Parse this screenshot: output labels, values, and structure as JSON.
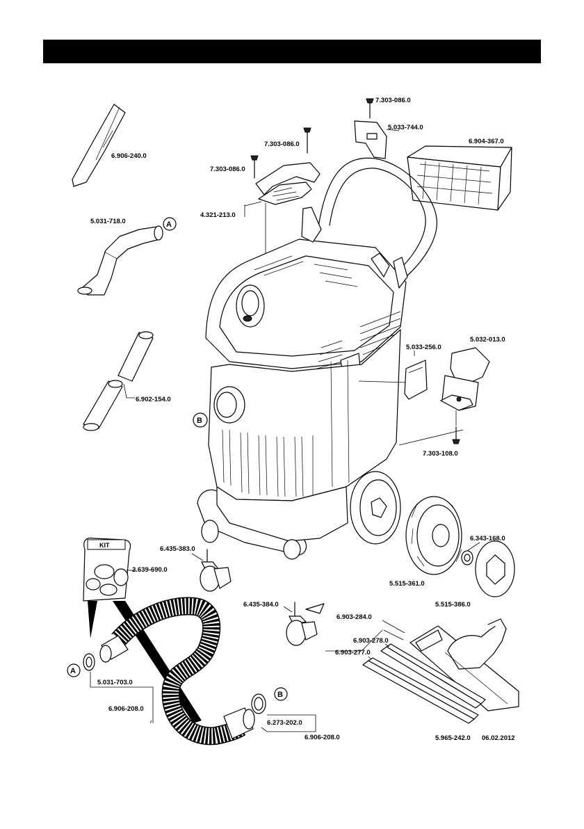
{
  "document": {
    "footer_code": "5.965-242.0",
    "footer_date": "06.02.2012"
  },
  "parts": {
    "crevice_nozzle": "6.906-240.0",
    "bend": "5.031-718.0",
    "extension_tubes": "6.902-154.0",
    "screw_top": "7.303-086.0",
    "holder_clip": "5.033-744.0",
    "flat_filter": "6.904-367.0",
    "screw_handle_right": "7.303-086.0",
    "screw_handle_left": "7.303-086.0",
    "handle": "4.321-213.0",
    "cover_plate": "5.033-256.0",
    "accessory_holder": "5.032-013.0",
    "screw_holder": "7.303-108.0",
    "wheel": "5.515-361.0",
    "lock_ring": "6.343-168.0",
    "hub_cap": "5.515-386.0",
    "castor_front": "6.435-383.0",
    "castor_rear": "6.435-384.0",
    "adapter_kit": "2.639-690.0",
    "floor_nozzle": "6.903-284.0",
    "strip_upper": "6.903-278.0",
    "strip_lower": "6.903-277.0",
    "adapter_a": "5.031-703.0",
    "hose": "6.906-208.0",
    "sleeve_b": "6.273-202.0",
    "hose_set": "6.906-208.0"
  },
  "labels": {
    "kit": "KIT",
    "ref_a_top": "A",
    "ref_a_bottom": "A",
    "ref_b_body": "B",
    "ref_b_bottom": "B"
  }
}
